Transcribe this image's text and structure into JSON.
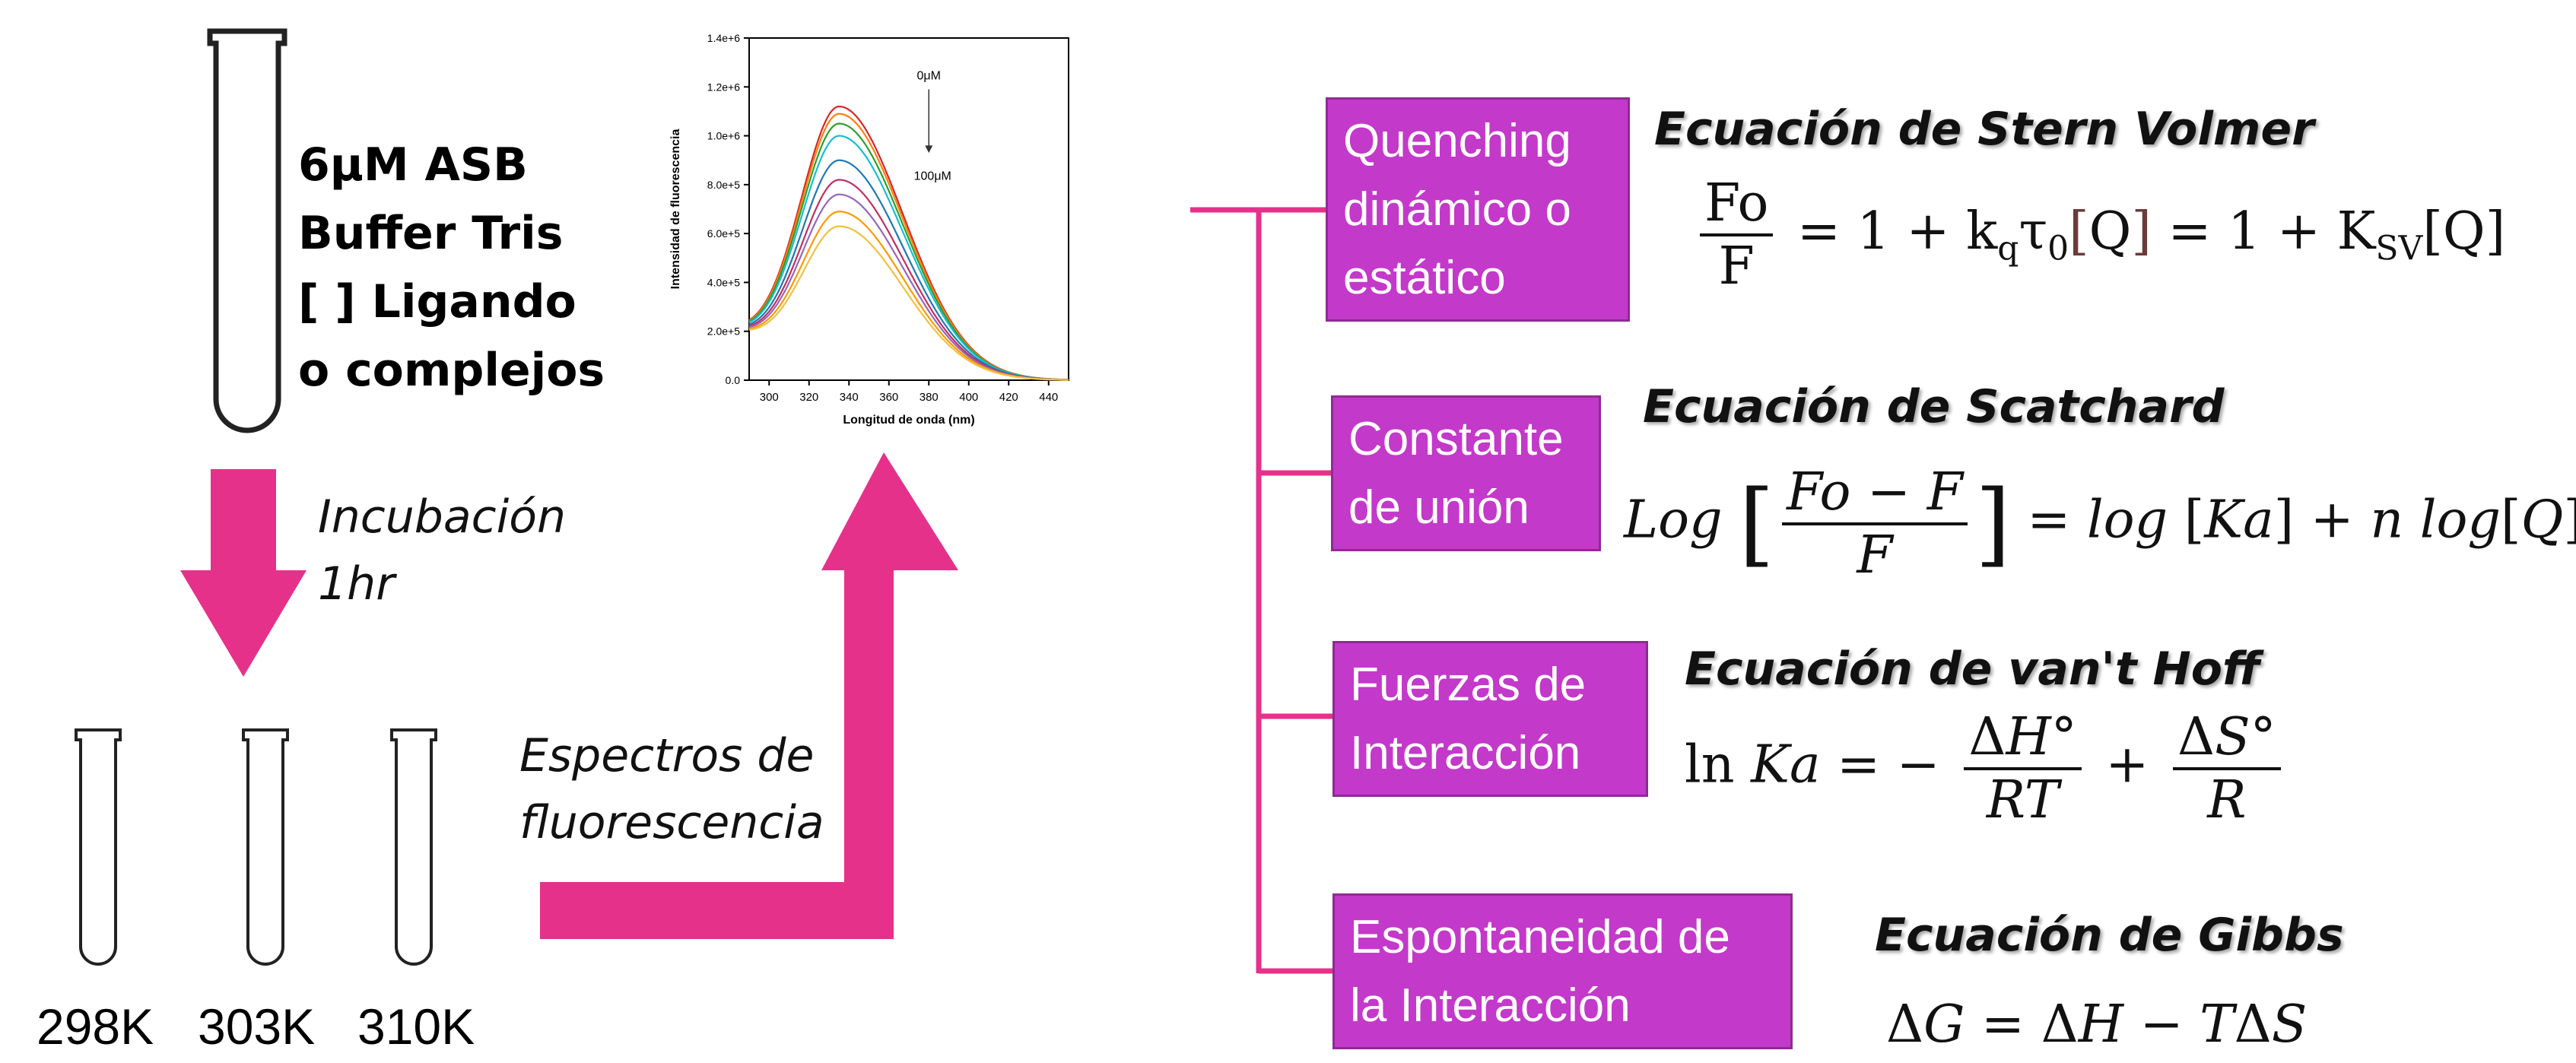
{
  "tube_main": {
    "lines": [
      "6μM ASB",
      "Buffer Tris",
      "[ ] Ligando",
      "o complejos"
    ]
  },
  "incubation": {
    "lines": [
      "Incubación",
      "1hr"
    ]
  },
  "temperatures": [
    "298K",
    "303K",
    "310K"
  ],
  "spectra_label": {
    "lines": [
      "Espectros de",
      "fluorescencia"
    ]
  },
  "chart_data": {
    "type": "line",
    "xlabel": "Longitud de onda (nm)",
    "ylabel": "Intensidad de fluorescencia",
    "xlim": [
      290,
      450
    ],
    "ylim": [
      0,
      1400000
    ],
    "xticks": [
      "300",
      "320",
      "340",
      "360",
      "380",
      "400",
      "420",
      "440"
    ],
    "yticks": [
      "0.0",
      "2.0e+5",
      "4.0e+5",
      "6.0e+5",
      "8.0e+5",
      "1.0e+6",
      "1.2e+6",
      "1.4e+6"
    ],
    "annotation_top": "0μM",
    "annotation_bottom": "100μM",
    "series": [
      {
        "color": "#d62728",
        "peak": 1120000
      },
      {
        "color": "#ff7f0e",
        "peak": 1090000
      },
      {
        "color": "#2ca02c",
        "peak": 1050000
      },
      {
        "color": "#17becf",
        "peak": 1000000
      },
      {
        "color": "#1f77b4",
        "peak": 900000
      },
      {
        "color": "#c03060",
        "peak": 820000
      },
      {
        "color": "#9467bd",
        "peak": 760000
      },
      {
        "color": "#ff9900",
        "peak": 690000
      },
      {
        "color": "#f0c040",
        "peak": 630000
      }
    ],
    "peak_x": 335,
    "start_y": 170000
  },
  "boxes": [
    {
      "text": "Quenching dinámico o estático"
    },
    {
      "text": "Constante de unión"
    },
    {
      "text": "Fuerzas de Interacción"
    },
    {
      "text": "Espontaneidad de la Interacción"
    }
  ],
  "equations": {
    "stern_volmer": {
      "title": "Ecuación de Stern Volmer"
    },
    "scatchard": {
      "title": "Ecuación  de Scatchard"
    },
    "vant_hoff": {
      "title": "Ecuación de van't Hoff"
    },
    "gibbs": {
      "title": "Ecuación de Gibbs"
    }
  },
  "colors": {
    "accent_magenta": "#e6318a",
    "box_fill": "#c339c9",
    "box_border": "#8e2b93"
  }
}
